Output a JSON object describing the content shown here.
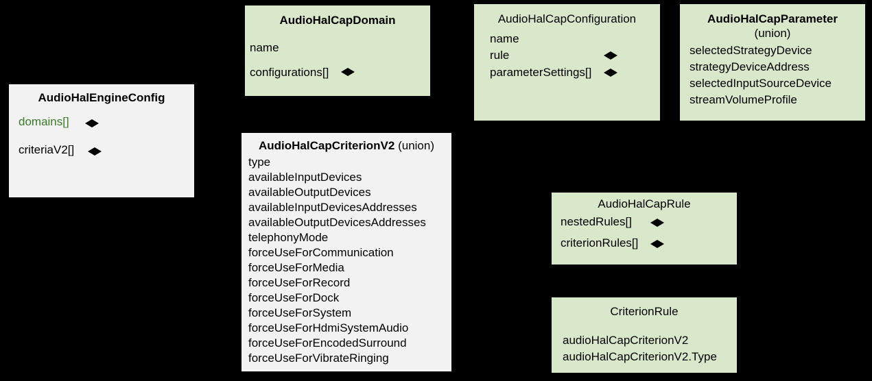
{
  "diagram": {
    "type": "uml-class-diagram",
    "background_color": "#000000",
    "gray_fill": "#f2f2f2",
    "green_fill": "#d9e7cb",
    "accent_text_color": "#3b7a2a",
    "boxes": [
      {
        "id": "engine-config",
        "title": "AudioHalEngineConfig",
        "title_bold": true,
        "title_suffix": "",
        "fill": "gray",
        "fields": [
          {
            "label": "domains[]",
            "aggregation": true,
            "highlight": true
          },
          {
            "label": "criteriaV2[]",
            "aggregation": true,
            "highlight": false
          }
        ]
      },
      {
        "id": "cap-domain",
        "title": "AudioHalCapDomain",
        "title_bold": true,
        "title_suffix": "",
        "fill": "green",
        "fields": [
          {
            "label": "name",
            "aggregation": false,
            "highlight": false
          },
          {
            "label": "configurations[]",
            "aggregation": true,
            "highlight": false
          }
        ]
      },
      {
        "id": "cap-configuration",
        "title": "AudioHalCapConfiguration",
        "title_bold": false,
        "title_suffix": "",
        "fill": "green",
        "fields": [
          {
            "label": "name",
            "aggregation": false,
            "highlight": false
          },
          {
            "label": "rule",
            "aggregation": true,
            "highlight": false
          },
          {
            "label": "parameterSettings[]",
            "aggregation": true,
            "highlight": false
          }
        ]
      },
      {
        "id": "cap-parameter",
        "title": "AudioHalCapParameter",
        "title_bold": true,
        "title_suffix": "(union)",
        "fill": "green",
        "fields": [
          {
            "label": "selectedStrategyDevice",
            "aggregation": false,
            "highlight": false
          },
          {
            "label": "strategyDeviceAddress",
            "aggregation": false,
            "highlight": false
          },
          {
            "label": "selectedInputSourceDevice",
            "aggregation": false,
            "highlight": false
          },
          {
            "label": "streamVolumeProfile",
            "aggregation": false,
            "highlight": false
          }
        ]
      },
      {
        "id": "cap-criterion-v2",
        "title": "AudioHalCapCriterionV2",
        "title_bold": true,
        "title_suffix": "(union)",
        "fill": "gray",
        "fields": [
          {
            "label": "type",
            "aggregation": false,
            "highlight": false
          },
          {
            "label": "availableInputDevices",
            "aggregation": false,
            "highlight": false
          },
          {
            "label": "availableOutputDevices",
            "aggregation": false,
            "highlight": false
          },
          {
            "label": "availableInputDevicesAddresses",
            "aggregation": false,
            "highlight": false
          },
          {
            "label": "availableOutputDevicesAddresses",
            "aggregation": false,
            "highlight": false
          },
          {
            "label": "telephonyMode",
            "aggregation": false,
            "highlight": false
          },
          {
            "label": "forceUseForCommunication",
            "aggregation": false,
            "highlight": false
          },
          {
            "label": "forceUseForMedia",
            "aggregation": false,
            "highlight": false
          },
          {
            "label": "forceUseForRecord",
            "aggregation": false,
            "highlight": false
          },
          {
            "label": "forceUseForDock",
            "aggregation": false,
            "highlight": false
          },
          {
            "label": "forceUseForSystem",
            "aggregation": false,
            "highlight": false
          },
          {
            "label": "forceUseForHdmiSystemAudio",
            "aggregation": false,
            "highlight": false
          },
          {
            "label": "forceUseForEncodedSurround",
            "aggregation": false,
            "highlight": false
          },
          {
            "label": "forceUseForVibrateRinging",
            "aggregation": false,
            "highlight": false
          }
        ]
      },
      {
        "id": "cap-rule",
        "title": "AudioHalCapRule",
        "title_bold": false,
        "title_suffix": "",
        "fill": "green",
        "fields": [
          {
            "label": "nestedRules[]",
            "aggregation": true,
            "highlight": false
          },
          {
            "label": "criterionRules[]",
            "aggregation": true,
            "highlight": false
          }
        ]
      },
      {
        "id": "criterion-rule",
        "title": "CriterionRule",
        "title_bold": false,
        "title_suffix": "",
        "fill": "green",
        "fields": [
          {
            "label": "audioHalCapCriterionV2",
            "aggregation": false,
            "highlight": false
          },
          {
            "label": "audioHalCapCriterionV2.Type",
            "aggregation": false,
            "highlight": false
          }
        ]
      }
    ]
  }
}
